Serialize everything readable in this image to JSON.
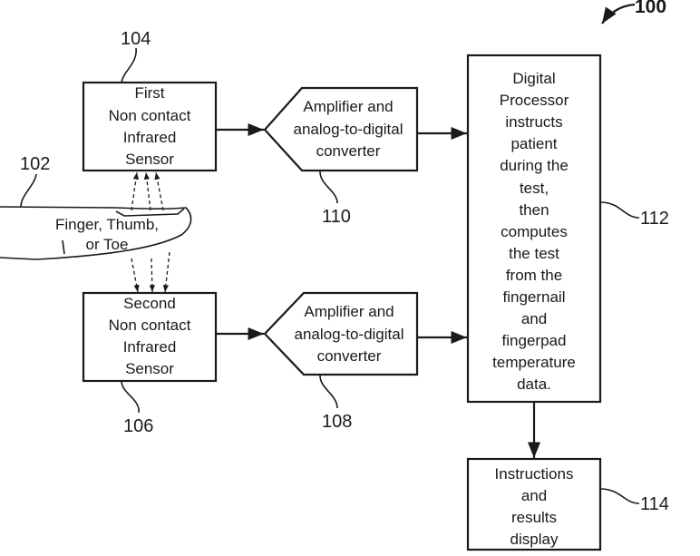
{
  "figure": {
    "figure_ref": "100",
    "finger": {
      "ref": "102",
      "label_lines": [
        "Finger, Thumb,",
        "or Toe"
      ]
    },
    "first_sensor": {
      "ref": "104",
      "label_lines": [
        "First",
        "Non contact",
        "Infrared",
        "Sensor"
      ]
    },
    "second_sensor": {
      "ref": "106",
      "label_lines": [
        "Second",
        "Non contact",
        "Infrared",
        "Sensor"
      ]
    },
    "amplifier_top": {
      "ref": "110",
      "label_lines": [
        "Amplifier and",
        "analog-to-digital",
        "converter"
      ]
    },
    "amplifier_bottom": {
      "ref": "108",
      "label_lines": [
        "Amplifier and",
        "analog-to-digital",
        "converter"
      ]
    },
    "processor": {
      "ref": "112",
      "label_lines": [
        "Digital",
        "Processor",
        "instructs",
        "patient",
        "during the",
        "test,",
        "then",
        "computes",
        "the test",
        "from the",
        "fingernail",
        "and",
        "fingerpad",
        "temperature",
        "data."
      ]
    },
    "display": {
      "ref": "114",
      "label_lines": [
        "Instructions",
        "and",
        "results",
        "display"
      ]
    }
  }
}
